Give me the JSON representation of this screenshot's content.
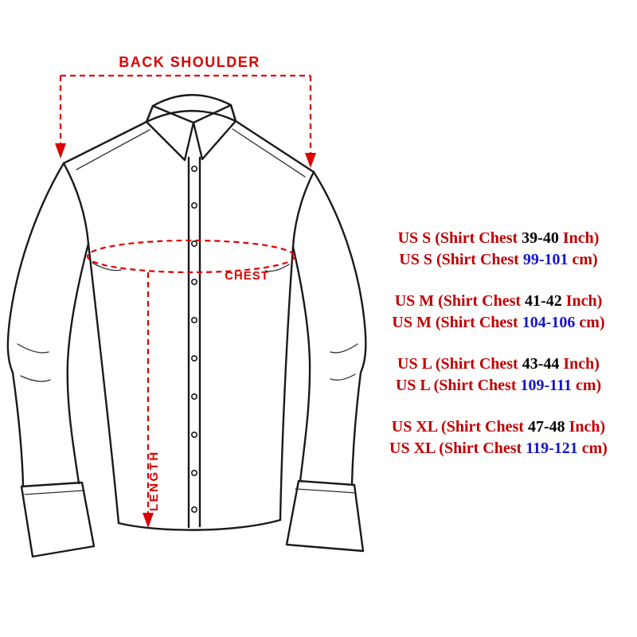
{
  "colors": {
    "annotation_red": "#dd0000",
    "label_red": "#c00000",
    "inch_black": "#000000",
    "cm_blue": "#1414cc",
    "line_dark": "#1a1a1a"
  },
  "diagram": {
    "back_shoulder_label": "BACK SHOULDER",
    "chest_label": "CHEST",
    "length_label": "LENGTH"
  },
  "sizes": {
    "rows": [
      {
        "prefix": "US S (Shirt Chest ",
        "value": "39-40",
        "suffix": " Inch)",
        "unit": "inch"
      },
      {
        "prefix": "US S (Shirt Chest ",
        "value": "99-101",
        "suffix": " cm)",
        "unit": "cm"
      },
      {
        "prefix": "US M (Shirt Chest ",
        "value": "41-42",
        "suffix": " Inch)",
        "unit": "inch"
      },
      {
        "prefix": "US M (Shirt Chest ",
        "value": "104-106",
        "suffix": " cm)",
        "unit": "cm"
      },
      {
        "prefix": "US L (Shirt Chest ",
        "value": "43-44",
        "suffix": " Inch)",
        "unit": "inch"
      },
      {
        "prefix": "US L (Shirt Chest ",
        "value": "109-111",
        "suffix": " cm)",
        "unit": "cm"
      },
      {
        "prefix": "US XL (Shirt Chest ",
        "value": "47-48",
        "suffix": " Inch)",
        "unit": "inch"
      },
      {
        "prefix": "US XL (Shirt Chest ",
        "value": "119-121",
        "suffix": " cm)",
        "unit": "cm"
      }
    ]
  }
}
